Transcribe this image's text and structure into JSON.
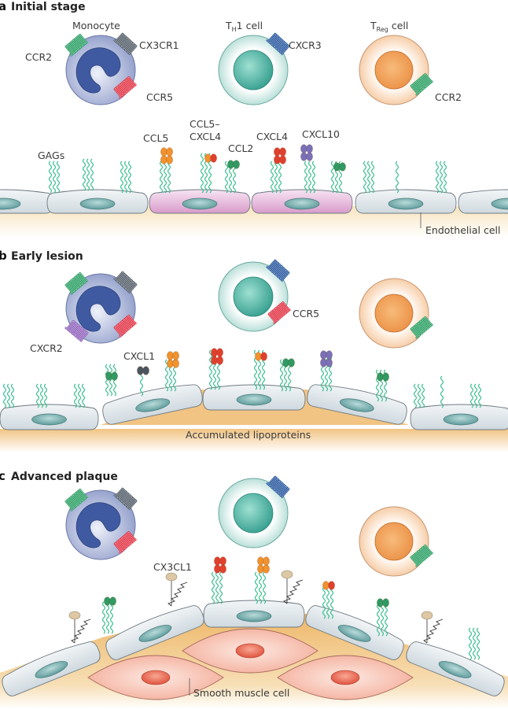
{
  "figure": {
    "panels": [
      {
        "id": "a",
        "letter": "a",
        "title": "Initial stage",
        "cells": {
          "monocyte": {
            "label": "Monocyte",
            "receptors": [
              "CCR2",
              "CX3CR1",
              "CCR5"
            ]
          },
          "th1": {
            "label_main": "T",
            "label_sub": "H",
            "label_rest": "1 cell",
            "receptors": [
              "CXCR3"
            ]
          },
          "treg": {
            "label_main": "T",
            "label_sub": "Reg",
            "label_rest": " cell",
            "receptors": [
              "CCR2"
            ]
          }
        },
        "labels": {
          "gags": "GAGs",
          "ccl5": "CCL5",
          "ccl5_cxcl4_line1": "CCL5–",
          "ccl5_cxcl4_line2": "CXCL4",
          "ccl2": "CCL2",
          "cxcl4": "CXCL4",
          "cxcl10": "CXCL10",
          "ccr2_mono": "CCR2",
          "cx3cr1": "CX3CR1",
          "ccr5": "CCR5",
          "cxcr3": "CXCR3",
          "ccr2_treg": "CCR2",
          "endothelial": "Endothelial cell"
        }
      },
      {
        "id": "b",
        "letter": "b",
        "title": "Early lesion",
        "labels": {
          "cxcr2": "CXCR2",
          "ccr5": "CCR5",
          "cxcl1": "CXCL1",
          "lipoproteins": "Accumulated lipoproteins"
        }
      },
      {
        "id": "c",
        "letter": "c",
        "title": "Advanced plaque",
        "labels": {
          "cx3cl1": "CX3CL1",
          "smooth_muscle": "Smooth muscle cell"
        }
      }
    ],
    "colors": {
      "ccr2": "#1e9a5a",
      "cx3cr1": "#4a5560",
      "ccr5": "#e0283a",
      "cxcr3": "#1d4f9a",
      "cxcr2": "#8a5ab8",
      "ccl5": "#f0922e",
      "cxcl4": "#e0402e",
      "ccl2": "#2f9a62",
      "cxcl10": "#7a70b8",
      "cxcl1": "#4a5560",
      "cx3cl1": "#dcc8a4",
      "gag": "#3cbf8e",
      "monocyte_body": "#a9b4dc",
      "monocyte_nucleus": "#3f5aa0",
      "th1_body": "#c8e8e2",
      "th1_nucleus": "#3db3a2",
      "treg_body": "#f8d2ac",
      "treg_nucleus": "#f0a058",
      "endothelial": "#dde5ea",
      "activated_endothelial": "#e8b8dc",
      "endothelial_nucleus": "#6aa6a6",
      "lipid": "#f2cc8e",
      "smooth_muscle": "#f6bfae",
      "smooth_muscle_nucleus": "#e4543e"
    }
  }
}
